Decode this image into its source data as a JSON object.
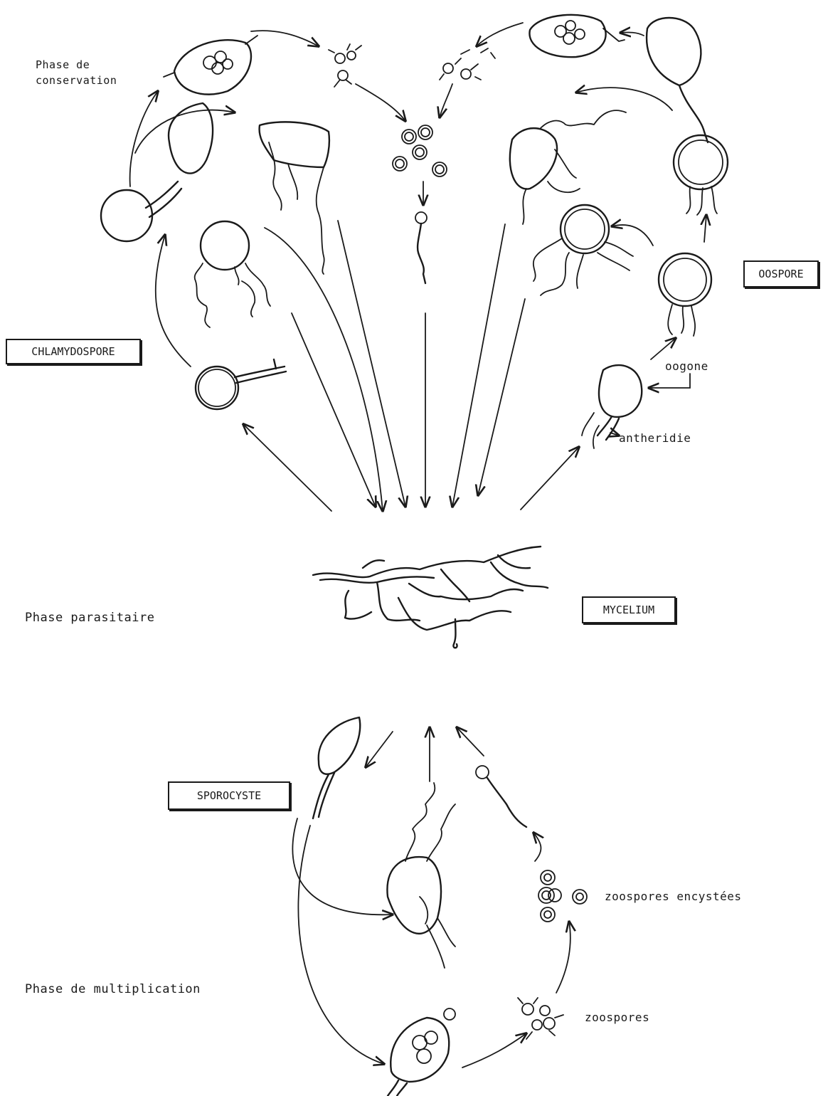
{
  "labels": {
    "phase_conservation": "Phase de\nconservation",
    "phase_parasitaire": "Phase parasitaire",
    "phase_multiplication": "Phase de multiplication",
    "oogone": "oogone",
    "antheridie": "antheridie",
    "zoospores_encystees": "zoospores encystées",
    "zoospores": "zoospores"
  },
  "boxes": {
    "chlamydospore": "CHLAMYDOSPORE",
    "oospore": "OOSPORE",
    "mycelium": "MYCELIUM",
    "sporocyste": "SPOROCYSTE"
  }
}
